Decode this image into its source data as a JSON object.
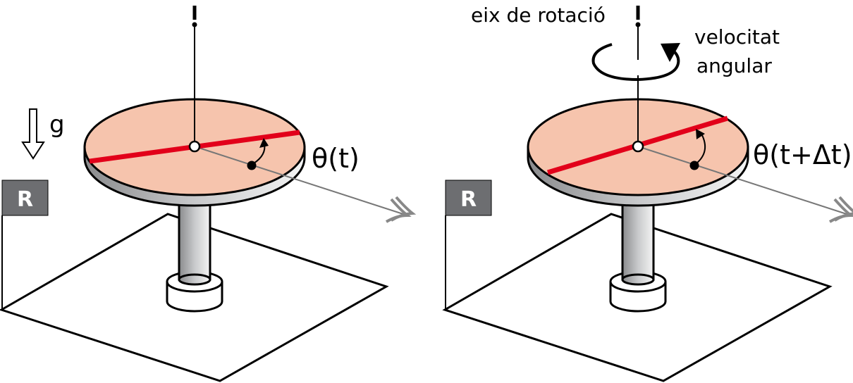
{
  "left_panel": {
    "gravity_label": "g",
    "frame_label": "R",
    "angle_label": "θ(t)"
  },
  "right_panel": {
    "axis_label": "eix de rotació",
    "angular_velocity_label_line1": "velocitat",
    "angular_velocity_label_line2": "angular",
    "frame_label": "R",
    "angle_label": "θ(t+Δt)"
  },
  "colors": {
    "disc_fill": "#f6c4ad",
    "rod": "#e2001a",
    "frame_box": "#6d6e71",
    "pointer_line": "#777777"
  }
}
